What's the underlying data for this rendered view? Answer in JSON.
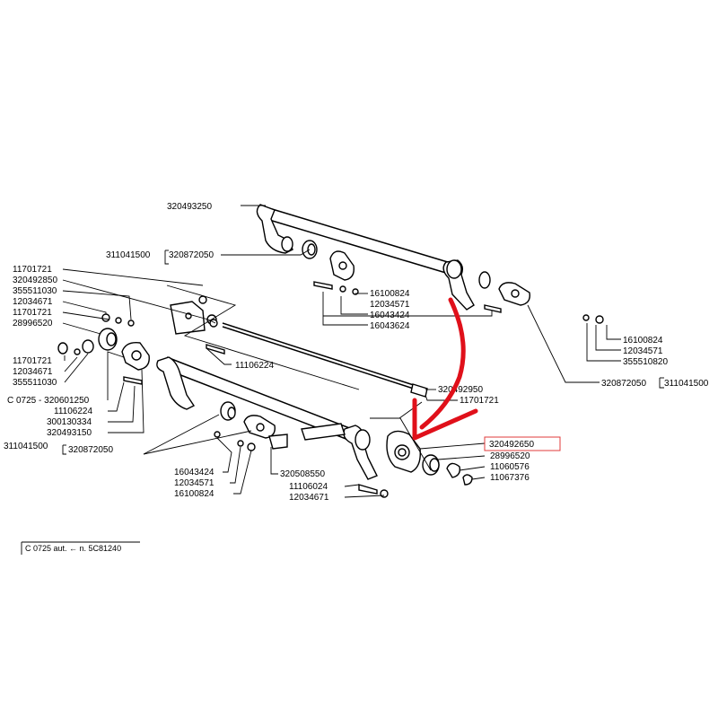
{
  "labels": {
    "top_shaft": "320493250",
    "top_left_code": "311041500",
    "top_left_bracket": "320872050",
    "top_right_bush": "320872050",
    "top_right_code": "311041500",
    "mid_16100824": "16100824",
    "mid_12034571": "12034571",
    "mid_16043424": "16043424",
    "mid_16043624": "16043624",
    "right_16100824": "16100824",
    "right_12034571": "12034571",
    "right_355510820": "355510820",
    "left_11701721_a": "11701721",
    "left_320492850": "320492850",
    "left_355511030_a": "355511030",
    "left_12034671_a": "12034671",
    "left_11701721_b": "11701721",
    "left_28996520": "28996520",
    "left_11701721_c": "11701721",
    "left_12034671_b": "12034671",
    "left_355511030_b": "355511030",
    "left_c0725": "C 0725 - 320601250",
    "left_11106224": "11106224",
    "left_300130334": "300130334",
    "left_320493150": "320493150",
    "bottom_left_code": "311041500",
    "bottom_left_bracket": "320872050",
    "rod_11106224": "11106224",
    "rod_320492950": "320492950",
    "rod_11701721": "11701721",
    "highlight_part": "320492650",
    "right_28996520": "28996520",
    "right_11060576": "11060576",
    "right_11067376": "11067376",
    "bottom_320508550": "320508550",
    "bottom_11106024": "11106024",
    "bottom_12034671": "12034671",
    "bottom_16043424": "16043424",
    "bottom_12034571": "12034571",
    "bottom_16100824": "16100824",
    "footer_text": "C 0725  aut. ← n. 5C81240"
  },
  "colors": {
    "highlight_box": "#e23b3b",
    "arrow": "#e0101a",
    "ink": "#000000"
  }
}
